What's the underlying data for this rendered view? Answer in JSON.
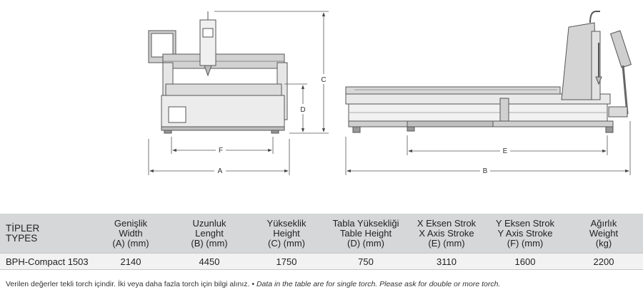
{
  "drawing_labels": {
    "A": "A",
    "B": "B",
    "C": "C",
    "D": "D",
    "E": "E",
    "F": "F"
  },
  "table": {
    "headers": [
      {
        "lines": [
          "TİPLER",
          "TYPES"
        ]
      },
      {
        "lines": [
          "Genişlik",
          "Width",
          "(A) (mm)"
        ]
      },
      {
        "lines": [
          "Uzunluk",
          "Lenght",
          "(B) (mm)"
        ]
      },
      {
        "lines": [
          "Yükseklik",
          "Height",
          "(C) (mm)"
        ]
      },
      {
        "lines": [
          "Tabla Yüksekliği",
          "Table Height",
          "(D) (mm)"
        ]
      },
      {
        "lines": [
          "X Eksen Strok",
          "X Axis Stroke",
          "(E) (mm)"
        ]
      },
      {
        "lines": [
          "Y Eksen Strok",
          "Y Axis Stroke",
          "(F) (mm)"
        ]
      },
      {
        "lines": [
          "Ağırlık",
          "Weight",
          "(kg)"
        ]
      }
    ],
    "rows": [
      [
        "BPH-Compact 1503",
        "2140",
        "4450",
        "1750",
        "750",
        "3110",
        "1600",
        "2200"
      ]
    ]
  },
  "note": {
    "tr": "Verilen değerler tekli torch içindir. İki veya daha fazla torch için bilgi alınız.",
    "sep": "•",
    "en": "Data in the table are for single torch. Please ask for double or more torch."
  }
}
